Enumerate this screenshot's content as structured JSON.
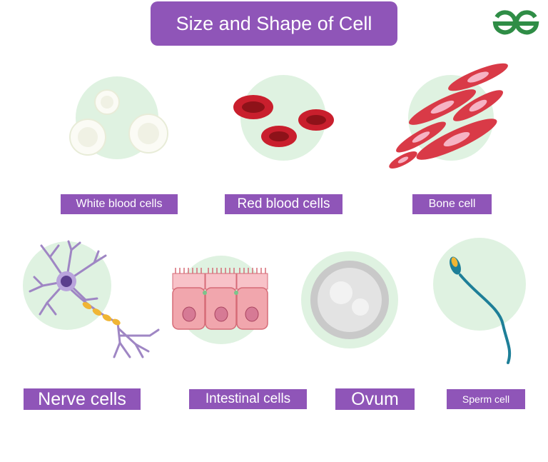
{
  "title": "Size and Shape of Cell",
  "colors": {
    "label_bg": "#8f55b8",
    "circle_bg": "#dff2e1",
    "logo": "#2f8d46",
    "rbc": "#c91f2d",
    "bone": "#d93a47",
    "nerve": "#9f86c4",
    "intestinal": "#f1a6ad",
    "sperm": "#1e7f98"
  },
  "logo_icon": "geeksforgeeks-logo-icon",
  "cells": [
    {
      "id": "wbc",
      "label": "White blood cells"
    },
    {
      "id": "rbc",
      "label": "Red blood cells"
    },
    {
      "id": "bone",
      "label": "Bone cell"
    },
    {
      "id": "nerve",
      "label": "Nerve cells"
    },
    {
      "id": "intestinal",
      "label": "Intestinal cells"
    },
    {
      "id": "ovum",
      "label": "Ovum"
    },
    {
      "id": "sperm",
      "label": "Sperm cell"
    }
  ]
}
